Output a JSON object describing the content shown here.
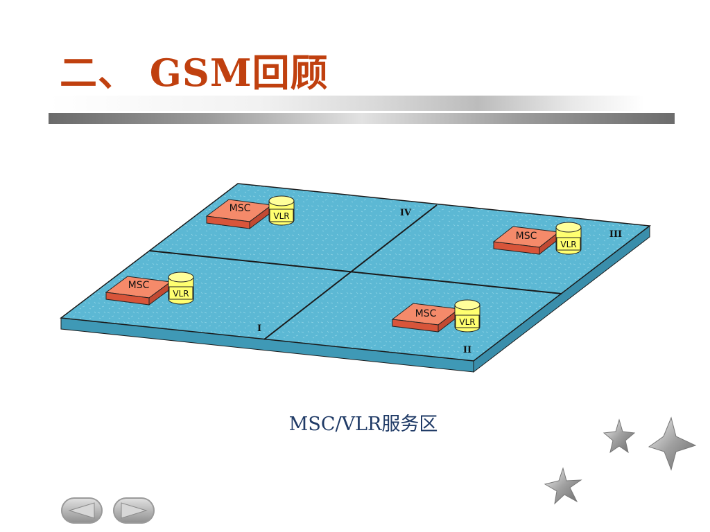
{
  "slide": {
    "title": "二、 GSM回顾",
    "caption": "MSC/VLR服务区"
  },
  "diagram": {
    "regions": [
      {
        "label": "IV",
        "msc": "MSC",
        "vlr": "VLR"
      },
      {
        "label": "III",
        "msc": "MSC",
        "vlr": "VLR"
      },
      {
        "label": "I",
        "msc": "MSC",
        "vlr": "VLR"
      },
      {
        "label": "II",
        "msc": "MSC",
        "vlr": "VLR"
      }
    ]
  },
  "navigation": {
    "prev_icon": "left-arrow-icon",
    "next_icon": "right-arrow-icon"
  },
  "decoration": {
    "icon": "star-icon"
  },
  "colors": {
    "title": "#c0400f",
    "plane_top": "#5cb8d4",
    "plane_side": "#3f99b6",
    "msc_box": "#ee6f4f",
    "vlr_cylinder": "#ffff70",
    "caption": "#1f3a66"
  }
}
